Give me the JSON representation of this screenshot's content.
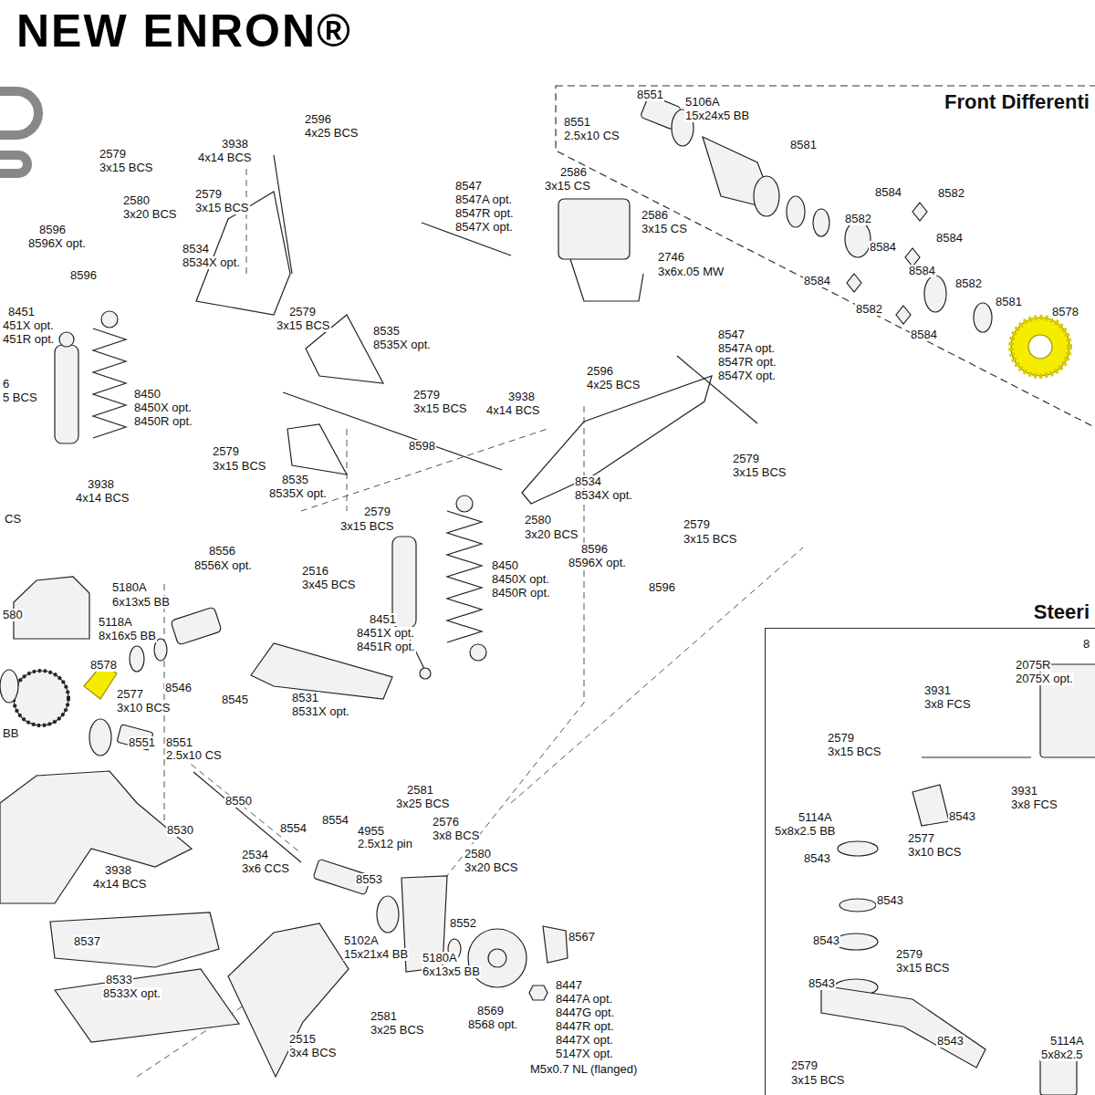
{
  "diagram": {
    "nodes": [
      {
        "text": [
          "Front Differenti"
        ]
      },
      {
        "text": [
          "Steeri"
        ]
      }
    ],
    "labels": [
      "NEW ENRON®",
      "2579",
      "3x15 BCS",
      "3938",
      "4x14 BCS",
      "2596",
      "4x25 BCS",
      "2580",
      "3x20 BCS",
      "2579",
      "3x15 BCS",
      "8596",
      "8596X opt.",
      "8534",
      "8534X opt.",
      "8596",
      "8451",
      "451X opt.",
      "451R opt.",
      "2579",
      "3x15 BCS",
      "8535",
      "8535X opt.",
      "6",
      "5 BCS",
      "8450",
      "8450X opt.",
      "8450R opt.",
      "2579",
      "3x15 BCS",
      "3938",
      "4x14 BCS",
      "2596",
      "4x25 BCS",
      "8598",
      "2579",
      "3x15 BCS",
      "8535",
      "8535X opt.",
      "2579",
      "3x15 BCS",
      "3938",
      "4x14 BCS",
      "CS",
      "8534",
      "8534X opt.",
      "2579",
      "3x15 BCS",
      "2580",
      "3x20 BCS",
      "2579",
      "3x15 BCS",
      "8596",
      "8596X opt.",
      "8596",
      "8556",
      "8556X opt.",
      "5180A",
      "6x13x5 BB",
      "2516",
      "3x45 BCS",
      "8451",
      "8451X opt.",
      "8451R opt.",
      "8450",
      "8450X opt.",
      "8450R opt.",
      "580",
      "5118A",
      "8x16x5 BB",
      "8578",
      "2577",
      "3x10 BCS",
      "8546",
      "8545",
      "8531",
      "8531X opt.",
      "BB",
      "8551",
      "8551",
      "2.5x10 CS",
      "8550",
      "8530",
      "3938",
      "4x14 BCS",
      "8554",
      "8554",
      "4955",
      "2.5x12 pin",
      "2581",
      "3x25 BCS",
      "2576",
      "3x8 BCS",
      "2580",
      "3x20 BCS",
      "2534",
      "3x6 CCS",
      "8553",
      "8552",
      "8567",
      "8537",
      "5102A",
      "15x21x4 BB",
      "5180A",
      "6x13x5 BB",
      "8533",
      "8533X opt.",
      "8447",
      "8447A opt.",
      "8447G opt.",
      "8447R opt.",
      "8447X opt.",
      "5147X opt.",
      "M5x0.7 NL (flanged)",
      "8569",
      "8568 opt.",
      "2581",
      "3x25 BCS",
      "2515",
      "3x4 BCS",
      "8547",
      "8547A opt.",
      "8547R opt.",
      "8547X opt.",
      "2586",
      "3x15 CS",
      "2586",
      "3x15 CS",
      "2746",
      "3x6x.05 MW",
      "8547",
      "8547A opt.",
      "8547R opt.",
      "8547X opt.",
      "8551",
      "8551",
      "2.5x10 CS",
      "5106A",
      "15x24x5 BB",
      "8581",
      "8584",
      "8582",
      "8582",
      "8584",
      "8584",
      "8584",
      "8584",
      "8582",
      "8582",
      "8581",
      "8578",
      "8584",
      "8",
      "2075R",
      "2075X opt.",
      "3931",
      "3x8 FCS",
      "2579",
      "3x15 BCS",
      "3931",
      "3x8 FCS",
      "5114A",
      "5x8x2.5 BB",
      "8543",
      "2577",
      "3x10 BCS",
      "8543",
      "8543",
      "8543",
      "2579",
      "3x15 BCS",
      "8543",
      "8543",
      "5114A",
      "5x8x2.5",
      "2579",
      "3x15 BCS"
    ]
  }
}
